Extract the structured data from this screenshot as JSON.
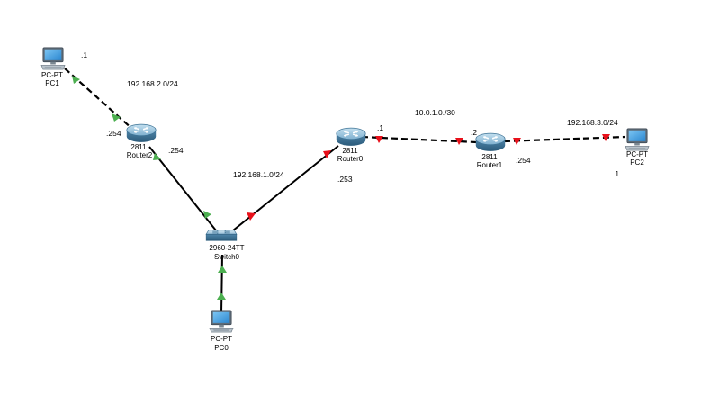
{
  "colors": {
    "background": "#ffffff",
    "link": "#000000",
    "link_up": "#4caf50",
    "link_down": "#e8101a",
    "device_body": "#5a8eb0",
    "device_dark": "#2f5d7c",
    "device_light": "#9cc3dc",
    "pc_screen": "#3a9be0"
  },
  "devices": [
    {
      "id": "pc1",
      "kind": "pc",
      "icon": "pc-icon",
      "model": "PC-PT",
      "name": "PC1"
    },
    {
      "id": "router2",
      "kind": "router",
      "icon": "router-icon",
      "model": "2811",
      "name": "Router2"
    },
    {
      "id": "switch0",
      "kind": "switch",
      "icon": "switch-icon",
      "model": "2960-24TT",
      "name": "Switch0"
    },
    {
      "id": "pc0",
      "kind": "pc",
      "icon": "pc-icon",
      "model": "PC-PT",
      "name": "PC0"
    },
    {
      "id": "router0",
      "kind": "router",
      "icon": "router-icon",
      "model": "2811",
      "name": "Router0"
    },
    {
      "id": "router1",
      "kind": "router",
      "icon": "router-icon",
      "model": "2811",
      "name": "Router1"
    },
    {
      "id": "pc2",
      "kind": "pc",
      "icon": "pc-icon",
      "model": "PC-PT",
      "name": "PC2"
    }
  ],
  "links": [
    {
      "id": "pc1-router2",
      "from": "pc1",
      "to": "router2",
      "style": "crossover",
      "status_from": "up",
      "status_to": "up"
    },
    {
      "id": "router2-switch0",
      "from": "router2",
      "to": "switch0",
      "style": "straight",
      "status_from": "up",
      "status_to": "up"
    },
    {
      "id": "pc0-switch0",
      "from": "pc0",
      "to": "switch0",
      "style": "straight",
      "status_from": "up",
      "status_to": "up"
    },
    {
      "id": "switch0-router0",
      "from": "switch0",
      "to": "router0",
      "style": "straight",
      "status_from": "down",
      "status_to": "down"
    },
    {
      "id": "router0-router1",
      "from": "router0",
      "to": "router1",
      "style": "crossover",
      "status_from": "down",
      "status_to": "down"
    },
    {
      "id": "router1-pc2",
      "from": "router1",
      "to": "pc2",
      "style": "crossover",
      "status_from": "down",
      "status_to": "down"
    }
  ],
  "networks": {
    "net_2": "192.168.2.0/24",
    "net_1": "192.168.1.0/24",
    "net_10": "10.0.1.0./30",
    "net_3": "192.168.3.0/24"
  },
  "addresses": {
    "pc1": ".1",
    "router2_pc": ".254",
    "router2_switch": ".254",
    "router0_switch": ".253",
    "router0_serial": ".1",
    "router1_serial": ".2",
    "router1_pc": ".254",
    "pc2": ".1"
  }
}
